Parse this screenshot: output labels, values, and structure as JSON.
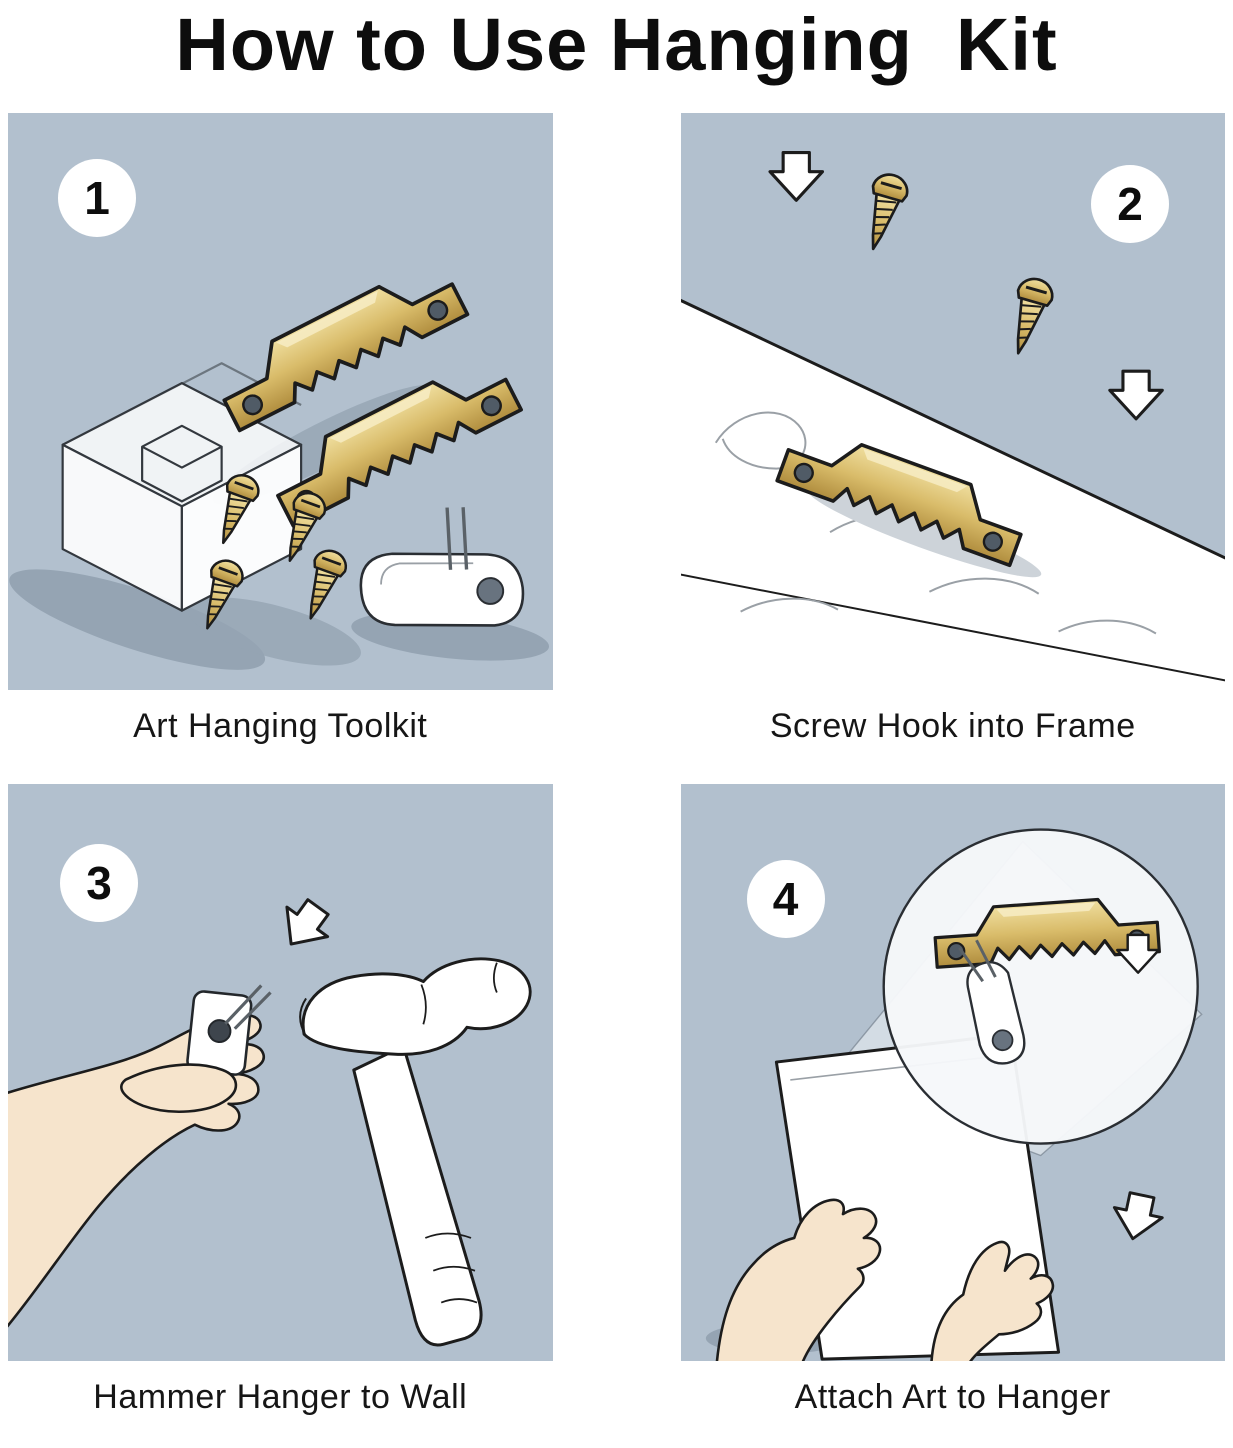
{
  "title": "How to Use Hanging  Kit",
  "panels": [
    {
      "number": "1",
      "caption": "Art Hanging Toolkit"
    },
    {
      "number": "2",
      "caption": "Screw Hook into Frame"
    },
    {
      "number": "3",
      "caption": "Hammer Hanger to Wall"
    },
    {
      "number": "4",
      "caption": "Attach Art to Hanger"
    }
  ],
  "colors": {
    "panel_bg": "#b2c0ce",
    "brass": "#d9bc6a",
    "brass_light": "#f0dfa0",
    "brass_dark": "#b08d3e",
    "outline": "#1c1c1c",
    "skin": "#f6e4cc",
    "shadow": "#95a4b3"
  }
}
